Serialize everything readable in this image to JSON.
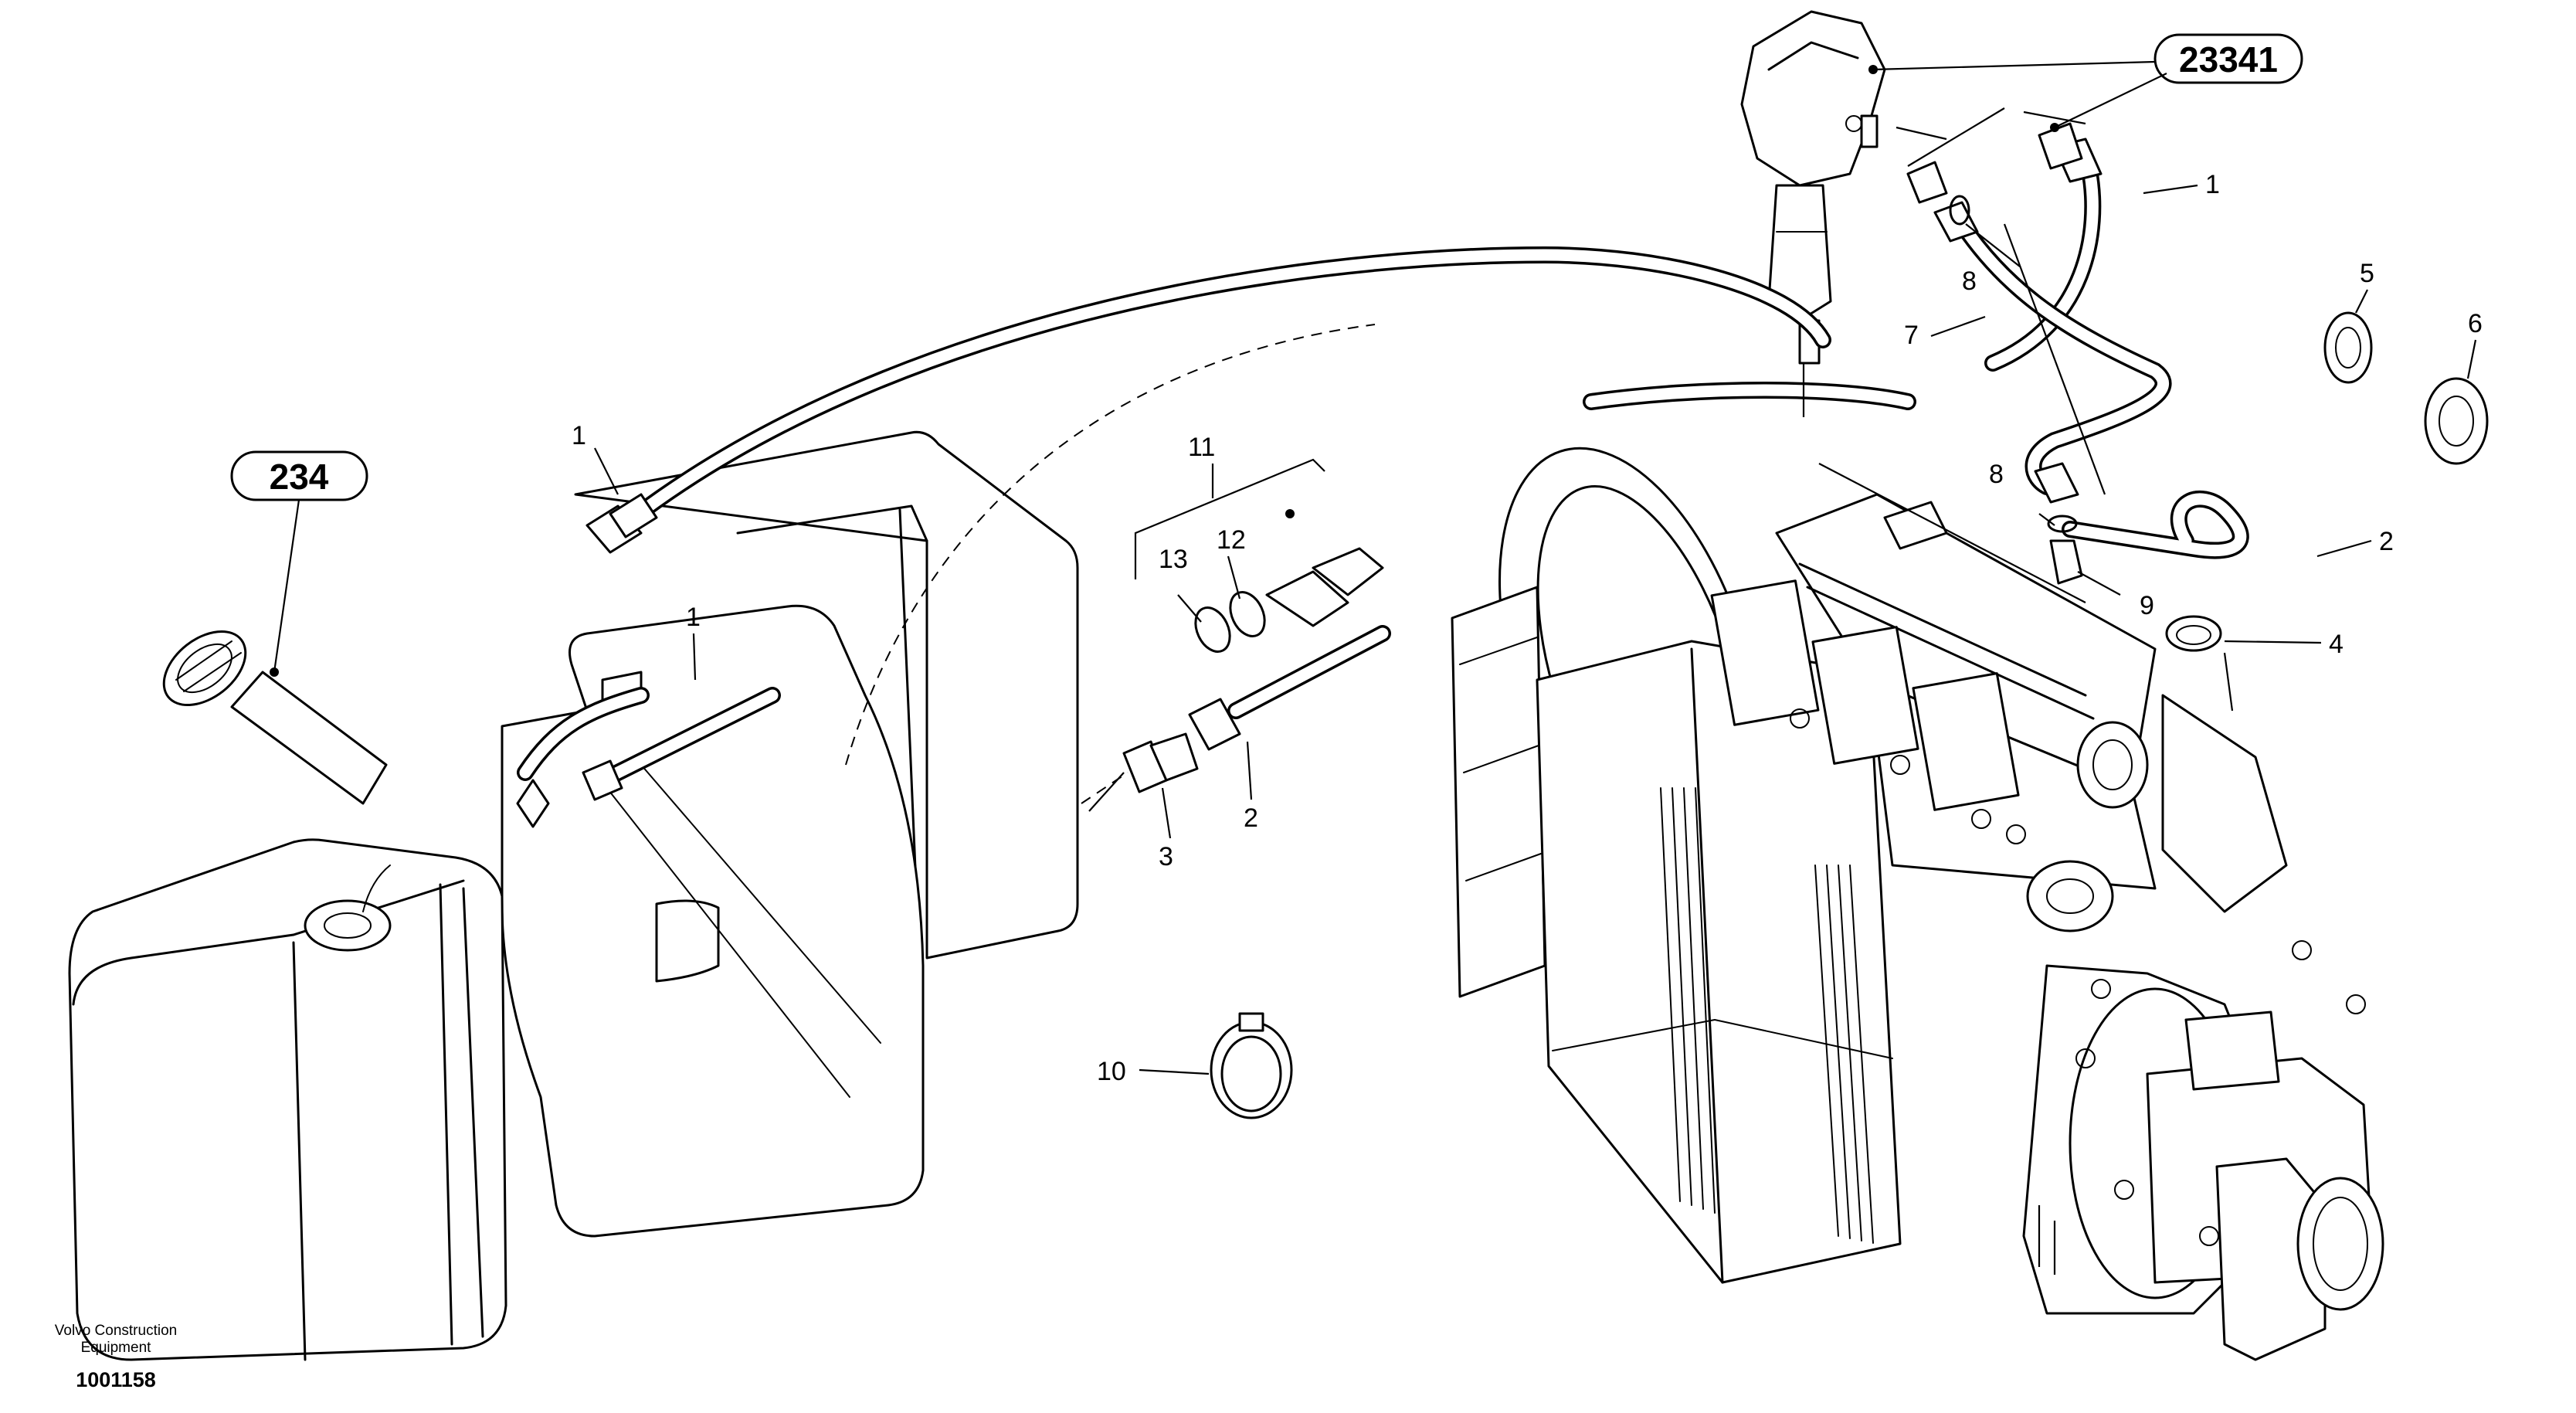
{
  "references": [
    {
      "id": "ref-23341",
      "label": "23341"
    },
    {
      "id": "ref-234",
      "label": "234"
    }
  ],
  "callouts": [
    {
      "id": "c1-top",
      "label": "1"
    },
    {
      "id": "c1-left",
      "label": "1"
    },
    {
      "id": "c1-tank",
      "label": "1"
    },
    {
      "id": "c2-right",
      "label": "2"
    },
    {
      "id": "c2-mid",
      "label": "2"
    },
    {
      "id": "c3",
      "label": "3"
    },
    {
      "id": "c4",
      "label": "4"
    },
    {
      "id": "c5",
      "label": "5"
    },
    {
      "id": "c6",
      "label": "6"
    },
    {
      "id": "c7",
      "label": "7"
    },
    {
      "id": "c8-top",
      "label": "8"
    },
    {
      "id": "c8-low",
      "label": "8"
    },
    {
      "id": "c9",
      "label": "9"
    },
    {
      "id": "c10",
      "label": "10"
    },
    {
      "id": "c11",
      "label": "11"
    },
    {
      "id": "c12",
      "label": "12"
    },
    {
      "id": "c13",
      "label": "13"
    }
  ],
  "footer": {
    "company_line1": "Volvo Construction",
    "company_line2": "Equipment",
    "drawing_number": "1001158"
  }
}
